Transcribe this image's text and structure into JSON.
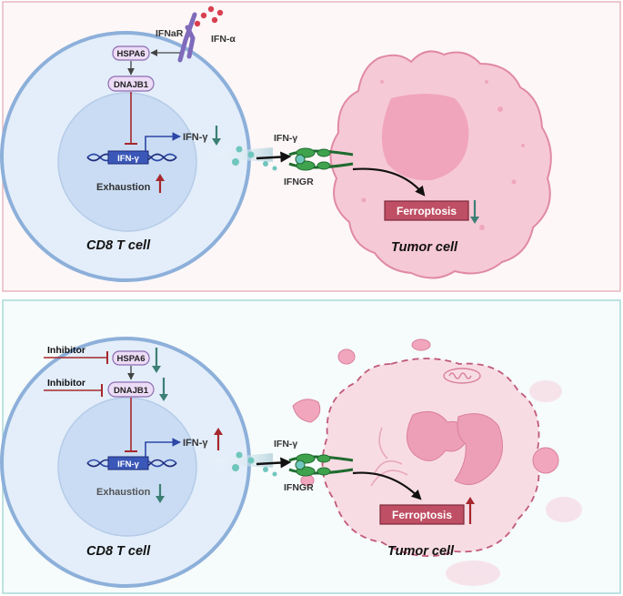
{
  "panels": [
    {
      "cell_label": "CD8 T cell",
      "tumor_label": "Tumor cell",
      "hspa6": "HSPA6",
      "dnajb1": "DNAJB1",
      "ifng_gene": "IFN-γ",
      "ifng_out": "IFN-γ",
      "ifng_receptor_ligand": "IFN-γ",
      "ifngr": "IFNGR",
      "exhaustion": "Exhaustion",
      "ferroptosis": "Ferroptosis",
      "ifnar": "IFNaR",
      "ifna": "IFN-α",
      "exhaustion_change": "up",
      "ifng_change": "down",
      "ferroptosis_change": "down"
    },
    {
      "cell_label": "CD8 T cell",
      "tumor_label": "Tumor cell",
      "hspa6": "HSPA6",
      "dnajb1": "DNAJB1",
      "ifng_gene": "IFN-γ",
      "ifng_out": "IFN-γ",
      "ifng_receptor_ligand": "IFN-γ",
      "ifngr": "IFNGR",
      "exhaustion": "Exhaustion",
      "ferroptosis": "Ferroptosis",
      "inhibitor_1": "Inhibitor",
      "inhibitor_2": "Inhibitor",
      "hspa6_change": "down",
      "dnajb1_change": "down",
      "exhaustion_change": "down",
      "ifng_change": "up",
      "ferroptosis_change": "up"
    }
  ],
  "colors": {
    "panel_top_border": "#e8b7bf",
    "panel_bottom_border": "#a9d9d6",
    "cell_fill": "#e3eefa",
    "cell_border": "#8db0da",
    "nucleus_fill": "#c9dcf3",
    "node_fill": "#ecdcf6",
    "node_border": "#8c6bb0",
    "inhibit_red": "#a5282d",
    "arrow_blue": "#2c47a6",
    "up_red": "#a5282d",
    "down_teal": "#3c7f74",
    "tumor_fill": "#f6c9d6",
    "tumor_inner": "#ee9fb8",
    "ferroptosis_fill": "#bf4f64",
    "ifna_red": "#d94050",
    "receptor_green": "#2b8a3e"
  }
}
